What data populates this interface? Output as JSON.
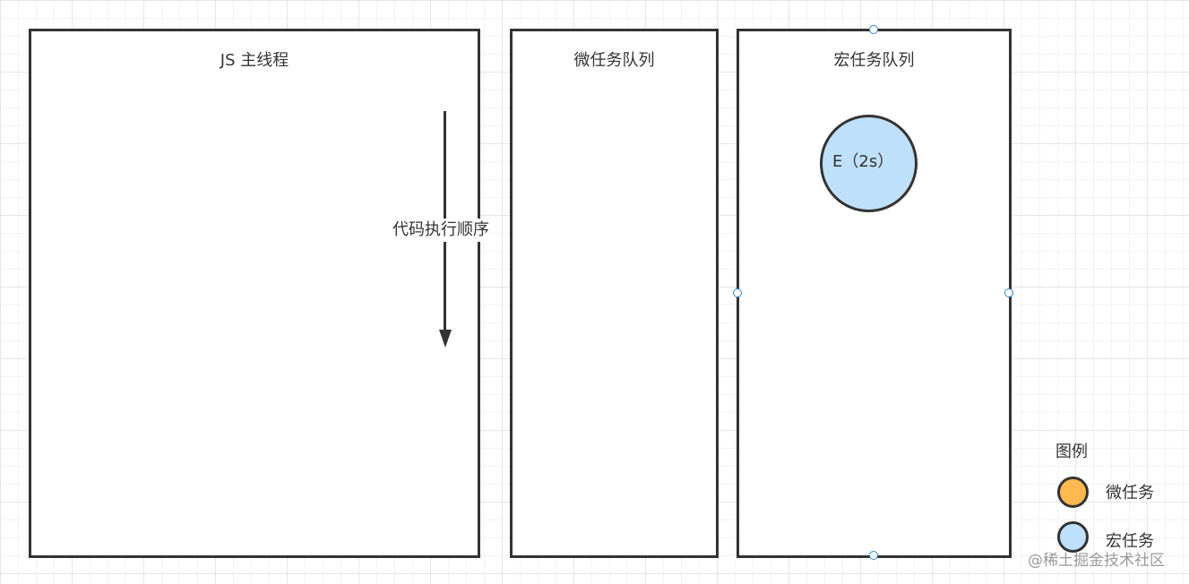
{
  "boxes": {
    "main_thread": {
      "title": "JS 主线程"
    },
    "micro_queue": {
      "title": "微任务队列"
    },
    "macro_queue": {
      "title": "宏任务队列"
    }
  },
  "arrow": {
    "label": "代码执行顺序"
  },
  "tasks": [
    {
      "label": "E（2s）",
      "type": "macro",
      "color": "#bfe0fb"
    }
  ],
  "legend": {
    "title": "图例",
    "items": [
      {
        "label": "微任务",
        "color": "#ffb852"
      },
      {
        "label": "宏任务",
        "color": "#bfe0fb"
      }
    ]
  },
  "watermark": "@稀土掘金技术社区"
}
